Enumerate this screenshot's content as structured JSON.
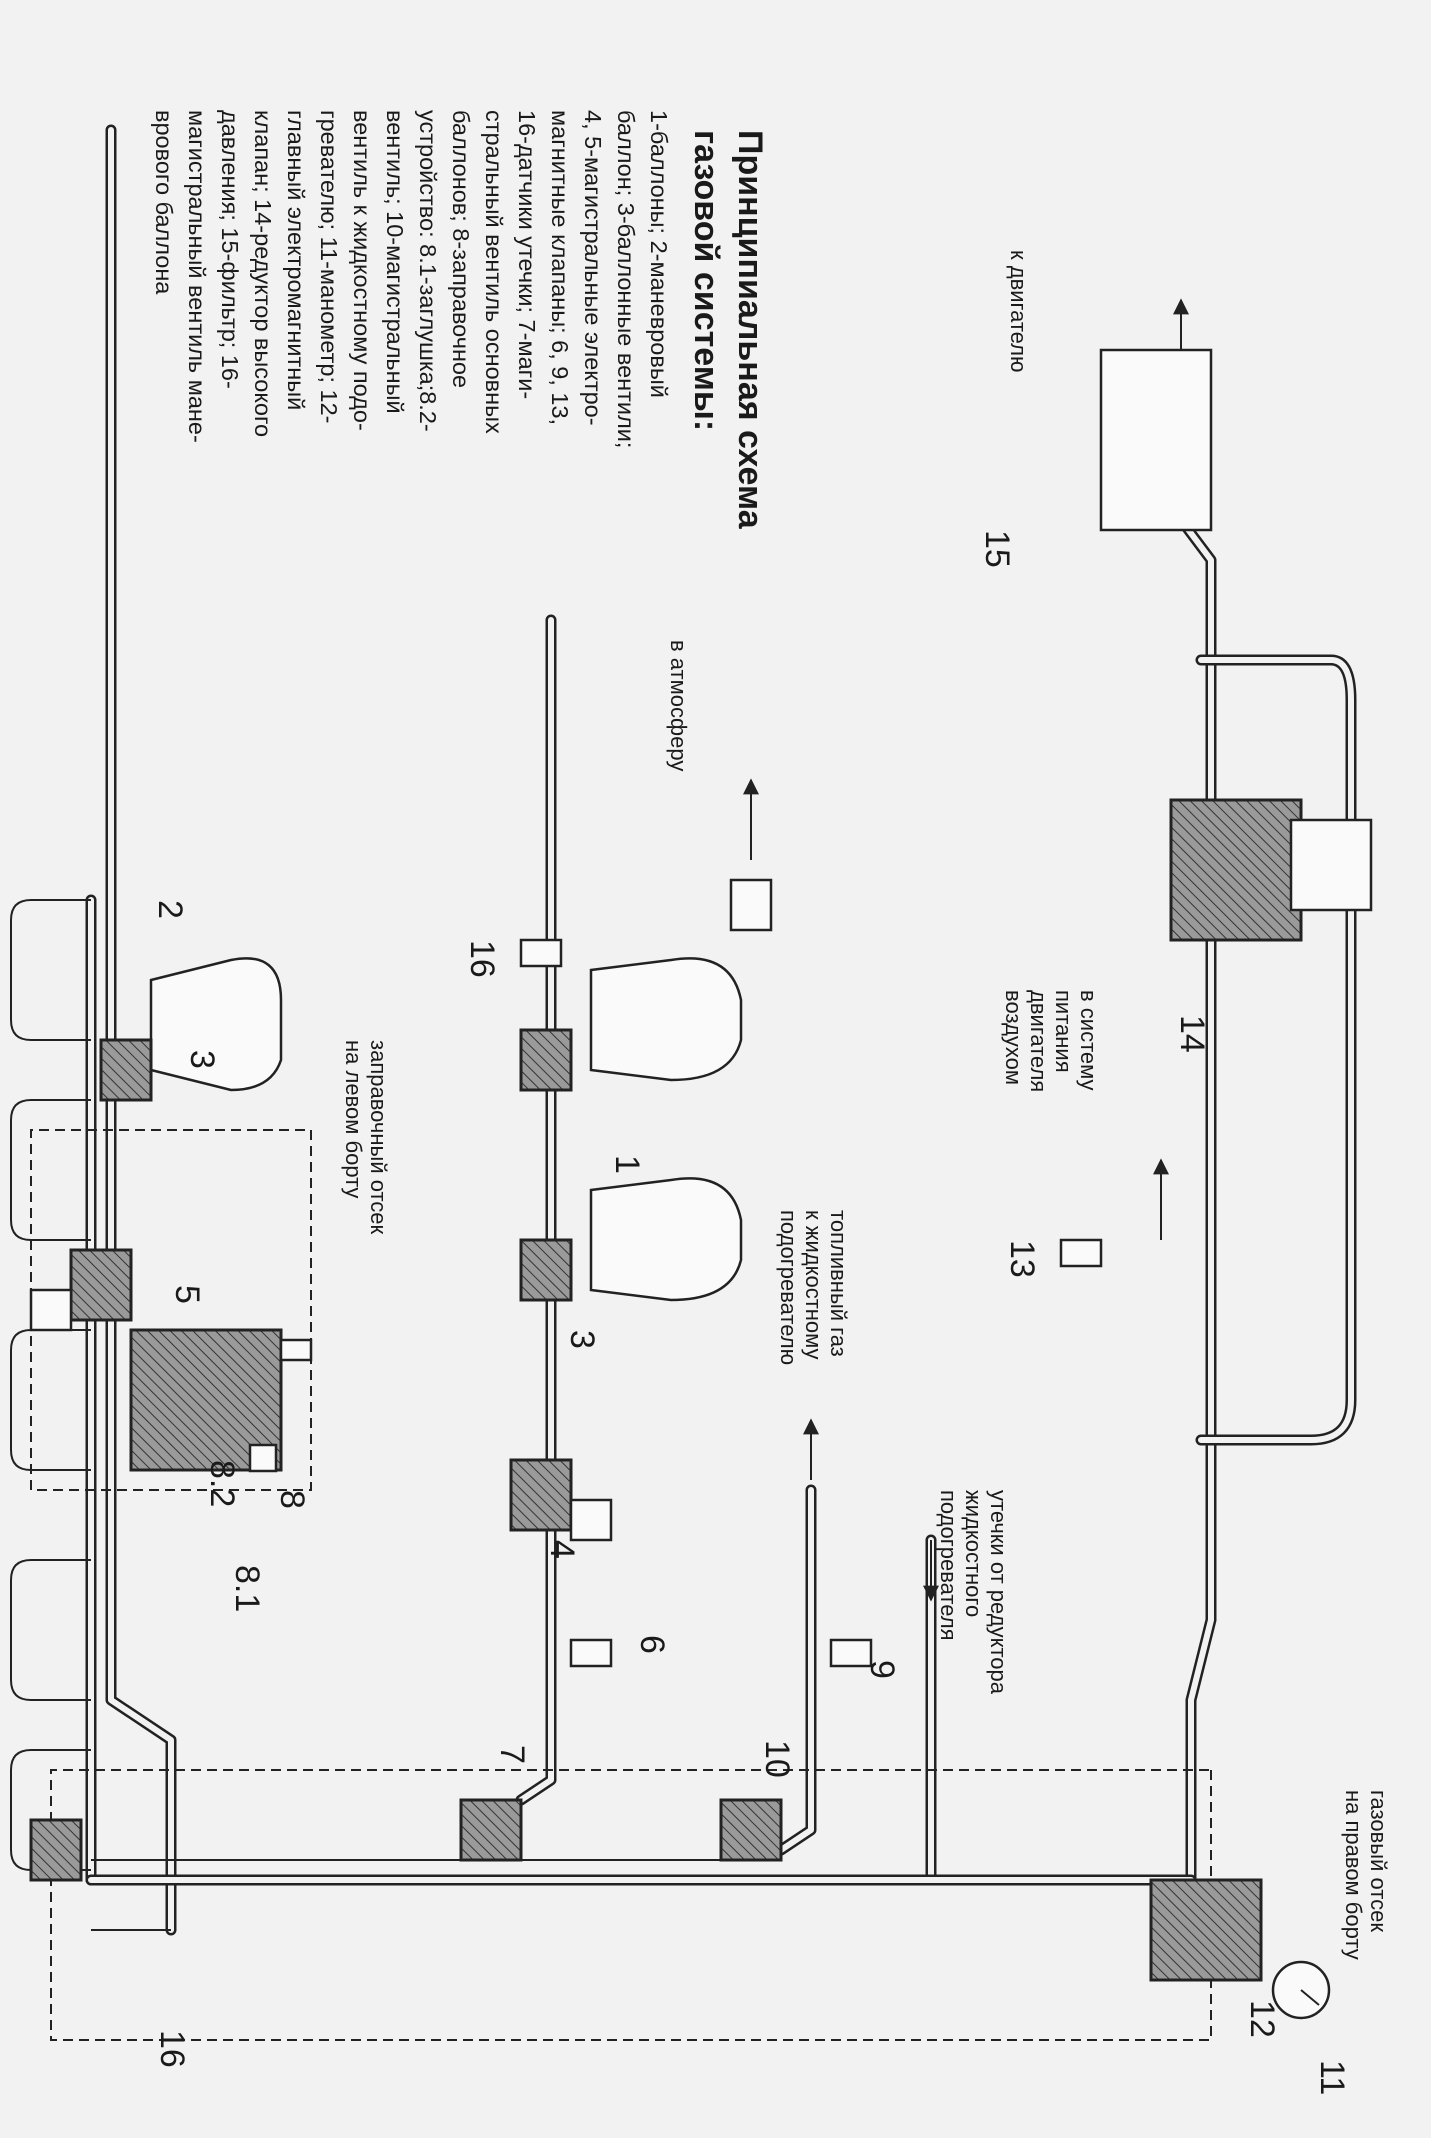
{
  "title": {
    "line1": "Принципиальная схема",
    "line2": "газовой системы:"
  },
  "legend_lines": [
    "1-баллоны;   2-маневровый",
    "баллон; 3-баллонные вентили;",
    "4, 5-магистральные электро-",
    "магнитные клапаны; 6, 9, 13,",
    "16-датчики утечки; 7-маги-",
    "стральный вентиль основных",
    "баллонов;    8-заправочное",
    "устройство: 8.1-заглушка;8.2-",
    "вентиль;  10-магистральный",
    "вентиль к жидкостному подо-",
    "гревателю; 11-манометр; 12-",
    "главный  электромагнитный",
    "клапан; 14-редуктор высокого",
    "давления;  15-фильтр;  16-",
    "магистральный вентиль  мане-",
    "врового баллона"
  ],
  "captions": {
    "to_engine": "к двигателю",
    "to_atmosphere": "в атмосферу",
    "air_supply_1": "в систему",
    "air_supply_2": "питания",
    "air_supply_3": "двигателя",
    "air_supply_4": "воздухом",
    "fuel_gas_1": "топливный газ",
    "fuel_gas_2": "к жидкостному",
    "fuel_gas_3": "подогревателю",
    "leaks_1": "утечки от редуктора",
    "leaks_2": "жидкостного",
    "leaks_3": "подогревателя",
    "gas_compartment_1": "газовый отсек",
    "gas_compartment_2": "на правом борту",
    "fill_compartment_1": "заправочный отсек",
    "fill_compartment_2": "на левом борту"
  },
  "callouts": {
    "n1": "1",
    "n2": "2",
    "n3a": "3",
    "n3b": "3",
    "n4": "4",
    "n5": "5",
    "n6": "6",
    "n7": "7",
    "n8": "8",
    "n8_1": "8.1",
    "n8_2": "8.2",
    "n9": "9",
    "n10": "10",
    "n11": "11",
    "n12": "12",
    "n13": "13",
    "n14": "14",
    "n15": "15",
    "n16a": "16",
    "n16b": "16"
  },
  "orientation": "page rotated 90° clockwise"
}
